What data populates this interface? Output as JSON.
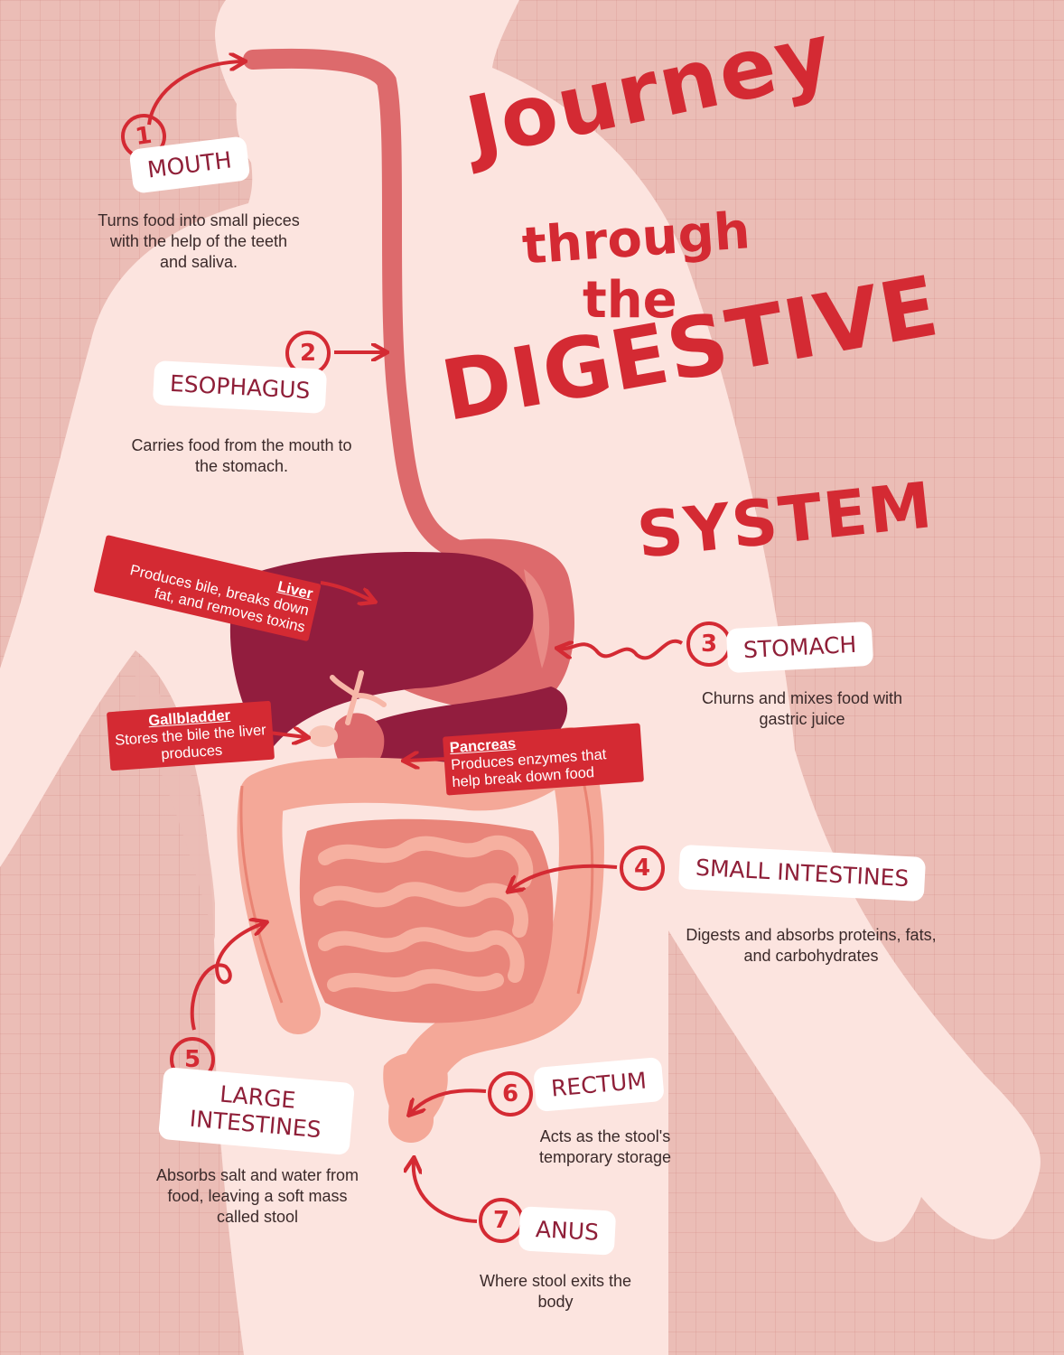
{
  "title": {
    "line1": "Journey",
    "line2": "through",
    "line3": "the",
    "line4": "DIGESTIVE",
    "line5": "SYSTEM"
  },
  "colors": {
    "background": "#ebbdb6",
    "body": "#fce4df",
    "accent": "#d42a33",
    "liver": "#921d3e",
    "stomach": "#dd6a6c",
    "intestine": "#f4a898",
    "label_text": "#8f1f38"
  },
  "steps": [
    {
      "number": "1",
      "name": "MOUTH",
      "description": "Turns food into small pieces with the help of the teeth and saliva."
    },
    {
      "number": "2",
      "name": "ESOPHAGUS",
      "description": "Carries food from the mouth to the stomach."
    },
    {
      "number": "3",
      "name": "STOMACH",
      "description": "Churns and mixes food with gastric juice"
    },
    {
      "number": "4",
      "name": "SMALL INTESTINES",
      "description": "Digests and absorbs proteins, fats, and carbohydrates"
    },
    {
      "number": "5",
      "name": "LARGE INTESTINES",
      "description": "Absorbs salt and water from food, leaving a soft mass called stool"
    },
    {
      "number": "6",
      "name": "RECTUM",
      "description": "Acts as the stool's temporary storage"
    },
    {
      "number": "7",
      "name": "ANUS",
      "description": "Where stool exits the body"
    }
  ],
  "organs": [
    {
      "name": "Liver",
      "description": "Produces bile, breaks down fat, and removes toxins"
    },
    {
      "name": "Gallbladder",
      "description": "Stores the bile the liver produces"
    },
    {
      "name": "Pancreas",
      "description": "Produces enzymes that help break down food"
    }
  ]
}
